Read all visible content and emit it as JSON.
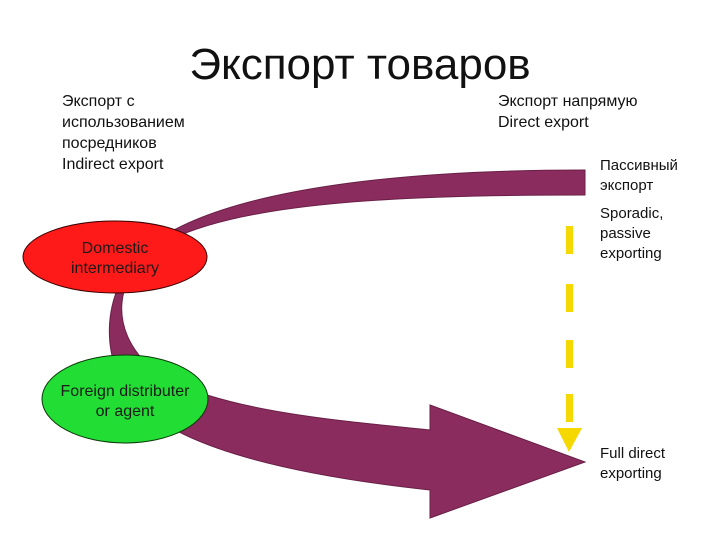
{
  "title": "Экспорт товаров",
  "indirect_label": [
    "Экспорт с",
    "использованием",
    "посредников",
    "Indirect export"
  ],
  "direct_label": [
    "Экспорт напрямую",
    "Direct export"
  ],
  "passive_ru_label": [
    "Пассивный",
    "экспорт"
  ],
  "sporadic_label": [
    "Sporadic,",
    "passive",
    "exporting"
  ],
  "full_direct_label": [
    "Full direct",
    "exporting"
  ],
  "domestic_intermediary": [
    "Domestic",
    "intermediary"
  ],
  "foreign_distributer": [
    "Foreign distributer",
    "or agent"
  ],
  "colors": {
    "arrow": "#8a2c5e",
    "arrow_dark": "#6a1f47",
    "domestic_oval": "#ff1a1a",
    "foreign_oval": "#22dd33",
    "dashed_arrow": "#f5d800"
  }
}
